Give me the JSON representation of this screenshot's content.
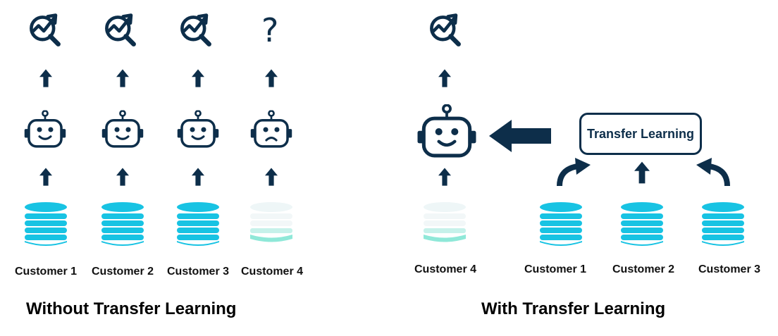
{
  "left": {
    "heading": "Without Transfer Learning",
    "customers": [
      "Customer 1",
      "Customer 2",
      "Customer 3",
      "Customer 4"
    ],
    "unknown_result": "?"
  },
  "right": {
    "heading": "With Transfer Learning",
    "target_customer": "Customer 4",
    "source_customers": [
      "Customer 1",
      "Customer 2",
      "Customer 3"
    ],
    "transfer_box": "Transfer Learning"
  },
  "colors": {
    "dark": "#0d2e4a",
    "data_full": "#18c3e3",
    "data_faded": "#8fe8d8"
  },
  "icons": {
    "result": "analytics-magnifier-icon",
    "model_happy": "robot-smile-icon",
    "model_sad": "robot-frown-icon",
    "arrow": "up-arrow-icon",
    "database": "database-stack-icon",
    "transfer": "left-arrow-icon"
  }
}
